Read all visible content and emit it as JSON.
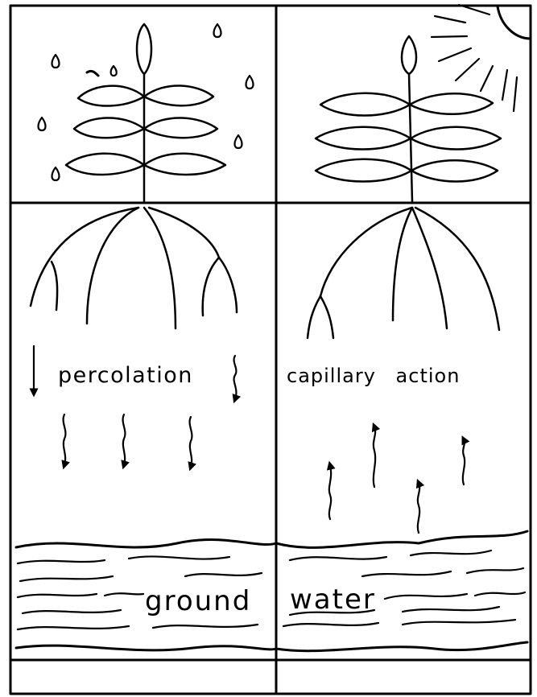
{
  "labels": {
    "left_process": "percolation",
    "right_process": "capillary action",
    "water_word_1": "ground",
    "water_word_2": "water"
  },
  "colors": {
    "ink": "#000000",
    "paper": "#ffffff"
  },
  "icons": {
    "left_weather": "raindrop-icon",
    "right_weather": "sun-icon"
  }
}
